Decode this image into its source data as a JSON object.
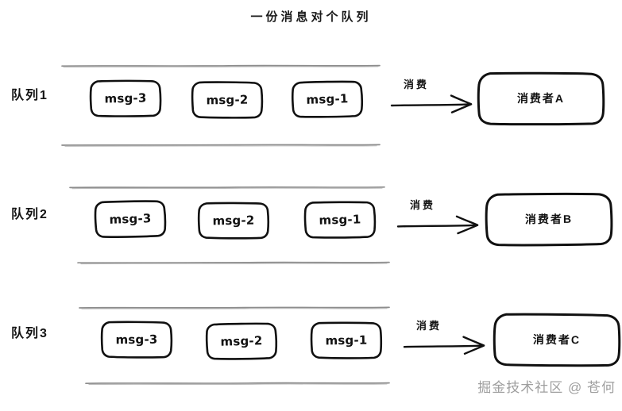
{
  "title": "一份消息对个队列",
  "colors": {
    "background": "#ffffff",
    "ink": "#111111",
    "rail": "#9a9a9a",
    "watermark": "#8e8e8e"
  },
  "rows": [
    {
      "queue_label": "队列1",
      "messages": [
        "msg-3",
        "msg-2",
        "msg-1"
      ],
      "arrow_label": "消费",
      "consumer_label": "消费者A"
    },
    {
      "queue_label": "队列2",
      "messages": [
        "msg-3",
        "msg-2",
        "msg-1"
      ],
      "arrow_label": "消费",
      "consumer_label": "消费者B"
    },
    {
      "queue_label": "队列3",
      "messages": [
        "msg-3",
        "msg-2",
        "msg-1"
      ],
      "arrow_label": "消费",
      "consumer_label": "消费者C"
    }
  ],
  "watermark": "掘金技术社区 @ 苍何"
}
